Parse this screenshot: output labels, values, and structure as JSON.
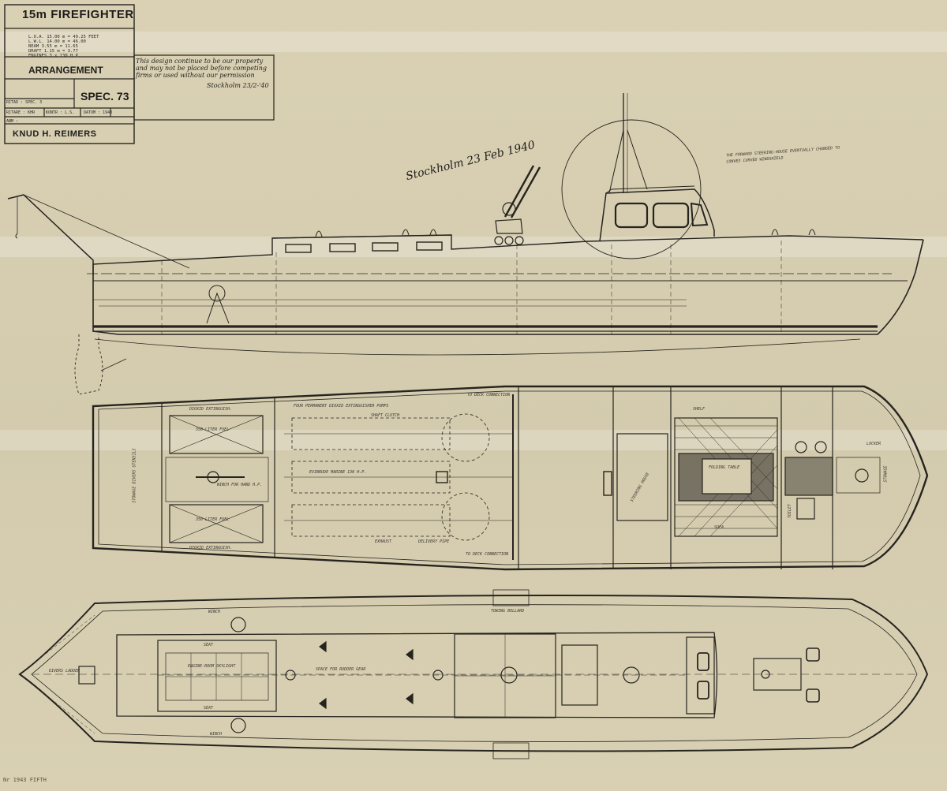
{
  "title_block": {
    "title": "15m FIREFIGHTER",
    "specs": [
      {
        "label": "L.O.A.",
        "value": "15.00 m = 49.25 FEET"
      },
      {
        "label": "L.W.L.",
        "value": "14.00 m = 46.00"
      },
      {
        "label": "BEAM",
        "value": "3.55 m = 11.65"
      },
      {
        "label": "DRAFT",
        "value": "1.15 m = 3.77"
      },
      {
        "label": "ENGINES",
        "value": "3 x 130 H.P."
      }
    ],
    "drawing_type": "ARRANGEMENT",
    "spec_no": "SPEC. 73",
    "drawn_row": "RITAD : SPEC. 3",
    "ritare": "RITARE : KHR",
    "kontr": "KONTR : L.S.",
    "datum": "DATUM : 1940",
    "anm": "ANM :",
    "designer": "KNUD H. REIMERS"
  },
  "note_text": "This design continue to be our property and may not be placed before competing firms or used without our permission",
  "note_sign": "Stockholm 23/2-'40",
  "signature_main": "Stockholm 23 Feb 1940",
  "annotation_steering": "THE FORWARD STEERING-HOUSE EVENTUALLY CHANGED TO CONVEX CURVED WINDSHIELD",
  "plan_labels": {
    "stowage": "STOWAGE DIVERS UTENSILS",
    "dioxid_top": "DIOXID EXTINGUISH.",
    "dioxid_bottom": "DIOXID EXTINGUISH.",
    "fuel_top": "350 LITER FUEL",
    "fuel_bottom": "350 LITER FUEL",
    "winch": "WINCH FOR HAND H.P.",
    "pumps": "FOUR PERMANENT DIOXID EXTINGUISHER PUMPS",
    "deck_connection": "TO DECK CONNECTION",
    "shaft": "SHAFT CLUTCH",
    "engines_label": "EVINRUDE MARINE 130 H.P.",
    "exhaust": "EXHAUST",
    "delivery": "DELIVERY PIPE",
    "deck_connection_2": "TO DECK CONNECTION",
    "wheelhouse": "STEERING HOUSE",
    "folding_table": "FOLDING TABLE",
    "locker": "LOCKER",
    "shelf": "SHELF",
    "sofa": "SOFA",
    "toilet": "TOILET",
    "stowage_fwd": "STOWAGE"
  },
  "deck_labels": {
    "winch_top": "WINCH",
    "winch_bottom": "WINCH",
    "seat_top": "SEAT",
    "seat_bottom": "SEAT",
    "engine_hatch": "ENGINE-ROOM SKYLIGHT",
    "shaft": "SPACE FOR RUDDER GEAR",
    "divers_ladder": "DIVERS LADDER",
    "towing": "TOWING BOLLARD"
  },
  "stamp": "Nr 1943 FIFTH"
}
